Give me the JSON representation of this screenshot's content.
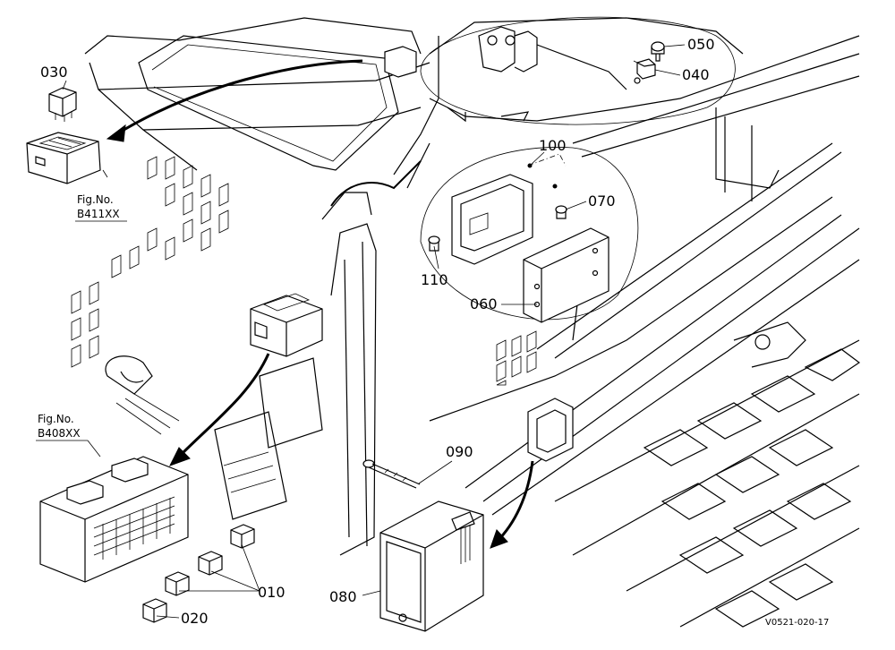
{
  "parts": {
    "p010": "010",
    "p020": "020",
    "p030": "030",
    "p040": "040",
    "p050": "050",
    "p060": "060",
    "p070": "070",
    "p080": "080",
    "p090": "090",
    "p100": "100",
    "p110": "110"
  },
  "figrefs": {
    "top_prefix": "Fig.No.",
    "top_code": "B411XX",
    "bottom_prefix": "Fig.No.",
    "bottom_code": "B408XX"
  },
  "drawing_code": "V0521-020-17",
  "icons": {
    "relay": "relay-icon",
    "fuse_box": "fuse-box-icon",
    "controller": "controller-unit-icon",
    "bolt": "bolt-icon"
  }
}
